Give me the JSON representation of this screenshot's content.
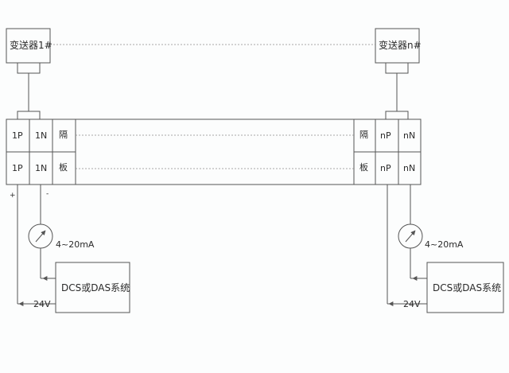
{
  "transmitters": {
    "left": "变送器1#",
    "right": "变送器n#"
  },
  "terminal_strip": {
    "left_cols": [
      "1P",
      "1N"
    ],
    "right_cols": [
      "nP",
      "nN"
    ],
    "partition_top": "隔",
    "partition_bottom": "板"
  },
  "polarity": {
    "plus": "+",
    "minus": "-"
  },
  "meter": {
    "signal_label": "4~20mA"
  },
  "system": {
    "label": "DCS或DAS系统"
  },
  "supply": {
    "voltage_label": "24V"
  },
  "colors": {
    "line": "#555555",
    "dashed": "#8a8a8a",
    "text": "#2a2a2a"
  }
}
